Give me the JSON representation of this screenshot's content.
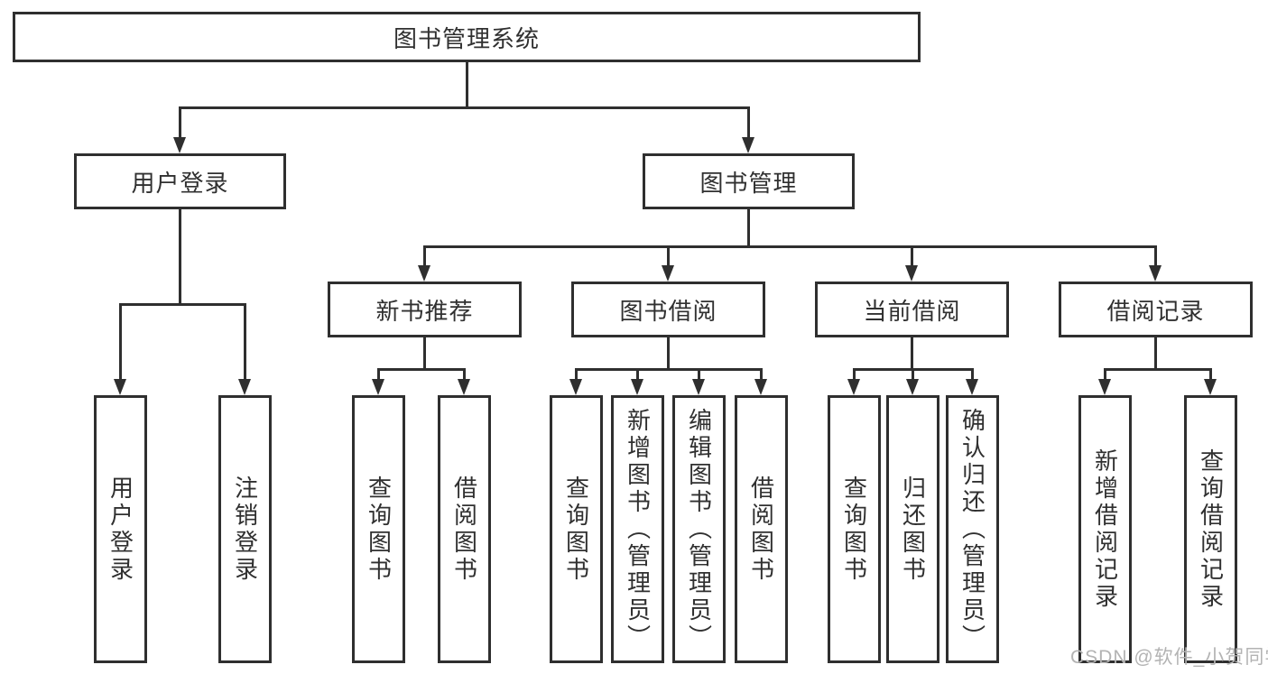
{
  "tree": {
    "root": "图书管理系统",
    "level2": [
      "用户登录",
      "图书管理"
    ],
    "level3": [
      "新书推荐",
      "图书借阅",
      "当前借阅",
      "借阅记录"
    ],
    "leaves": {
      "user_login": [
        "用户登录",
        "注销登录"
      ],
      "new_books": [
        "查询图书",
        "借阅图书"
      ],
      "book_borrow": [
        "查询图书",
        "新增图书（管理员）",
        "编辑图书（管理员）",
        "借阅图书"
      ],
      "current_borrow": [
        "查询图书",
        "归还图书",
        "确认归还（管理员）"
      ],
      "borrow_records": [
        "新增借阅记录",
        "查询借阅记录"
      ]
    }
  },
  "watermark": "CSDN @软件_小贺同学",
  "colors": {
    "line": "#2f2f2f",
    "text": "#303030",
    "watermark": "#b3b3b3",
    "background": "#ffffff"
  }
}
